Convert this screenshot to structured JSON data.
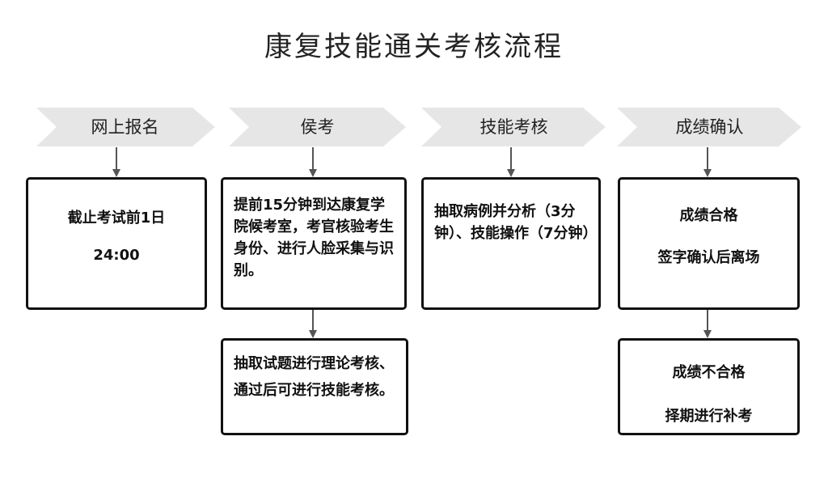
{
  "title": "康复技能通关考核流程",
  "steps": [
    {
      "label": "网上报名"
    },
    {
      "label": "侯考"
    },
    {
      "label": "技能考核"
    },
    {
      "label": "成绩确认"
    }
  ],
  "boxes": {
    "registration": {
      "line1": "截止考试前1日",
      "line2": "24:00"
    },
    "waiting": {
      "text": "提前15分钟到达康复学院候考室，考官核验考生身份、进行人脸采集与识别。"
    },
    "theory": {
      "text": "抽取试题进行理论考核、通过后可进行技能考核。"
    },
    "skill": {
      "text": "抽取病例并分析（3分钟）、技能操作（7分钟）"
    },
    "pass": {
      "line1": "成绩合格",
      "line2": "签字确认后离场"
    },
    "fail": {
      "line1": "成绩不合格",
      "line2": "择期进行补考"
    }
  },
  "colors": {
    "chevron_fill": "#e6e6e6",
    "border": "#111111",
    "connector": "#555555"
  }
}
